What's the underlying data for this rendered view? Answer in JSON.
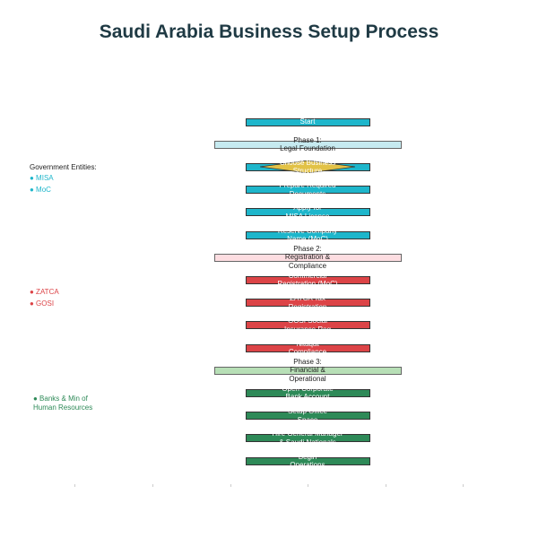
{
  "title": "Saudi Arabia Business Setup Process",
  "colors": {
    "teal": "#1eb6cb",
    "red": "#dc4447",
    "green": "#2e8a58",
    "diamond": "#e2c247",
    "phase1": "#c6eaf0",
    "phase2": "#fddde1",
    "phase3": "#b7dfb6"
  },
  "nodes": [
    {
      "label": "Start",
      "kind": "step",
      "color": "teal"
    },
    {
      "label": "Phase 1:\nLegal Foundation",
      "kind": "phase",
      "color": "phase1"
    },
    {
      "label": "Choose Business\nStructure",
      "kind": "decision",
      "color": "teal"
    },
    {
      "label": "Prepare Required\nDocuments",
      "kind": "step",
      "color": "teal"
    },
    {
      "label": "Apply for\nMISA License",
      "kind": "step",
      "color": "teal"
    },
    {
      "label": "Reserve Company\nName (MoC)",
      "kind": "step",
      "color": "teal"
    },
    {
      "label": "Phase 2:\nRegistration &\nCompliance",
      "kind": "phase",
      "color": "phase2"
    },
    {
      "label": "Commercial\nRegistration (MoC)",
      "kind": "step",
      "color": "red"
    },
    {
      "label": "ZATCA Tax\nRegistration",
      "kind": "step",
      "color": "red"
    },
    {
      "label": "GOSI Social\nInsurance Reg",
      "kind": "step",
      "color": "red"
    },
    {
      "label": "Nitaqat\nCompliance",
      "kind": "step",
      "color": "red"
    },
    {
      "label": "Phase 3:\nFinancial &\nOperational",
      "kind": "phase",
      "color": "phase3"
    },
    {
      "label": "Open Corporate\nBank Account",
      "kind": "step",
      "color": "green"
    },
    {
      "label": "Setup Office\nSpace",
      "kind": "step",
      "color": "green"
    },
    {
      "label": "Hire General Manager\n& Saudi Nationals",
      "kind": "step",
      "color": "green"
    },
    {
      "label": "Begin\nOperations",
      "kind": "step",
      "color": "green"
    }
  ],
  "legend": {
    "heading": "Government Entities:",
    "groups": [
      {
        "items": [
          "● MISA",
          "● MoC"
        ],
        "color": "teal"
      },
      {
        "items": [
          "● ZATCA",
          "● GOSI"
        ],
        "color": "red"
      },
      {
        "items": [
          "● Banks & Min of\nHuman Resources"
        ],
        "color": "green"
      }
    ]
  }
}
